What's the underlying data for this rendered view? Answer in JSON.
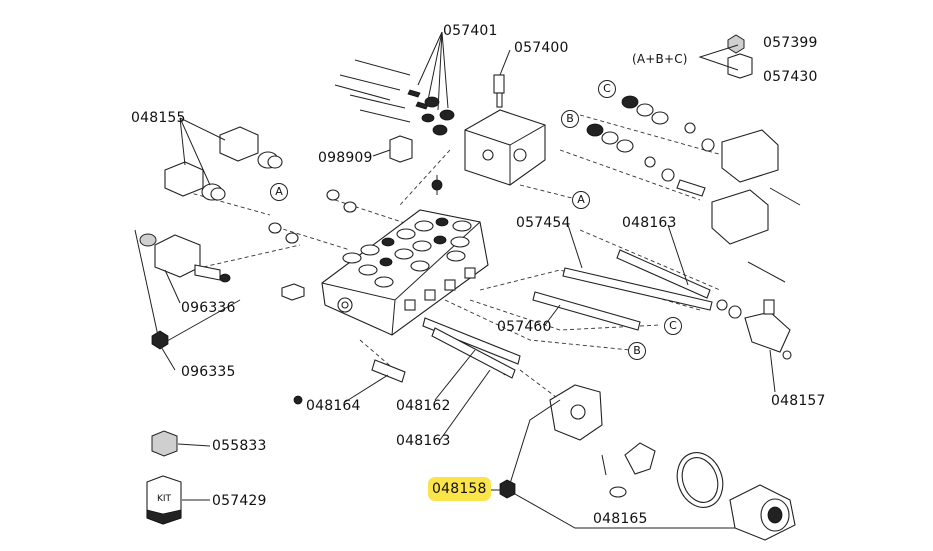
{
  "highlight_color": "#fbe34a",
  "parts": {
    "p057401": "057401",
    "p057400": "057400",
    "p057399": "057399",
    "p057430": "057430",
    "abc_group": "(A+B+C)",
    "p048155": "048155",
    "p098909": "098909",
    "p057454": "057454",
    "p048163_top": "048163",
    "p096336": "096336",
    "p096335": "096335",
    "p057460": "057460",
    "p048157": "048157",
    "p048164": "048164",
    "p048162": "048162",
    "p048163_bottom": "048163",
    "p055833": "055833",
    "p057429": "057429",
    "p048158": "048158",
    "p048165": "048165"
  },
  "markers": {
    "a_upper": "A",
    "a_lower": "A",
    "b_upper": "B",
    "b_lower": "B",
    "c_upper": "C",
    "c_lower": "C"
  },
  "kit_text": "KIT"
}
